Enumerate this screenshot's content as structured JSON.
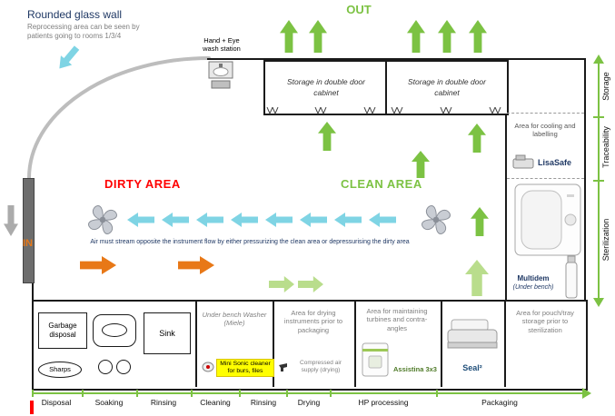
{
  "annotations": {
    "title": "Rounded glass wall",
    "subtitle": "Reprocessing area can be seen by patients going to rooms 1/3/4",
    "wash_station": "Hand + Eye wash station",
    "out": "OUT",
    "in": "IN",
    "dirty_area": "DIRTY AREA",
    "clean_area": "CLEAN AREA",
    "air_note": "Air must stream opposite the instrument flow by either pressurizing the clean area or depressurising the dirty area"
  },
  "cabinets": {
    "left": "Storage in double door cabinet",
    "right": "Storage in double door cabinet"
  },
  "right_panel": {
    "cooling": "Area for cooling and labelling",
    "lisasafe": "LisaSafe",
    "multidem": "Multidem",
    "multidem_note": "(Under bench)"
  },
  "right_axis": {
    "labels": [
      "Storage",
      "Traceability",
      "Sterilization"
    ]
  },
  "equipment": {
    "garbage": "Garbage disposal",
    "sharps": "Sharps",
    "sink": "Sink",
    "washer": "Under bench Washer (Miele)",
    "sonic": "Mini Sonic cleaner for burs, files",
    "drying": "Area for drying instruments prior to packaging",
    "air_supply": "Compressed air supply (drying)",
    "turbines": "Area for maintaining turbines and contra-angles",
    "assistina": "Assistina 3x3",
    "seal": "Seal²",
    "pouch": "Area for pouch/tray storage prior to sterilization"
  },
  "bottom_axis": {
    "labels": [
      "Disposal",
      "Soaking",
      "Rinsing",
      "Cleaning",
      "Rinsing",
      "Drying",
      "HP processing",
      "Packaging"
    ]
  },
  "icons": {
    "fan-icon": "pinwheel ventilation fan",
    "hand-wash-station-icon": "wash basin",
    "lisasafe-device-icon": "labelling printer",
    "sterilizer-device-icon": "steam sterilizer",
    "multidem-device-icon": "demineralizer bottle",
    "assistina-device-icon": "handpiece maintenance unit",
    "seal-device-icon": "thermosealer",
    "compressed-air-icon": "air gun",
    "sonic-cleaner-icon": "mini ultrasonic cleaner",
    "soaking-tub-icon": "soaking tub",
    "sink-icon": "sink"
  },
  "colors": {
    "green": "#7cc243",
    "light_green": "#b9dd8c",
    "cyan": "#7fd4e4",
    "orange": "#e87817",
    "red": "#ff0000",
    "navy": "#1f3864",
    "gray_text": "#7f7f7f",
    "highlight": "#ffff00",
    "dark_green": "#4e7a27",
    "seal_blue": "#1f4e79"
  }
}
